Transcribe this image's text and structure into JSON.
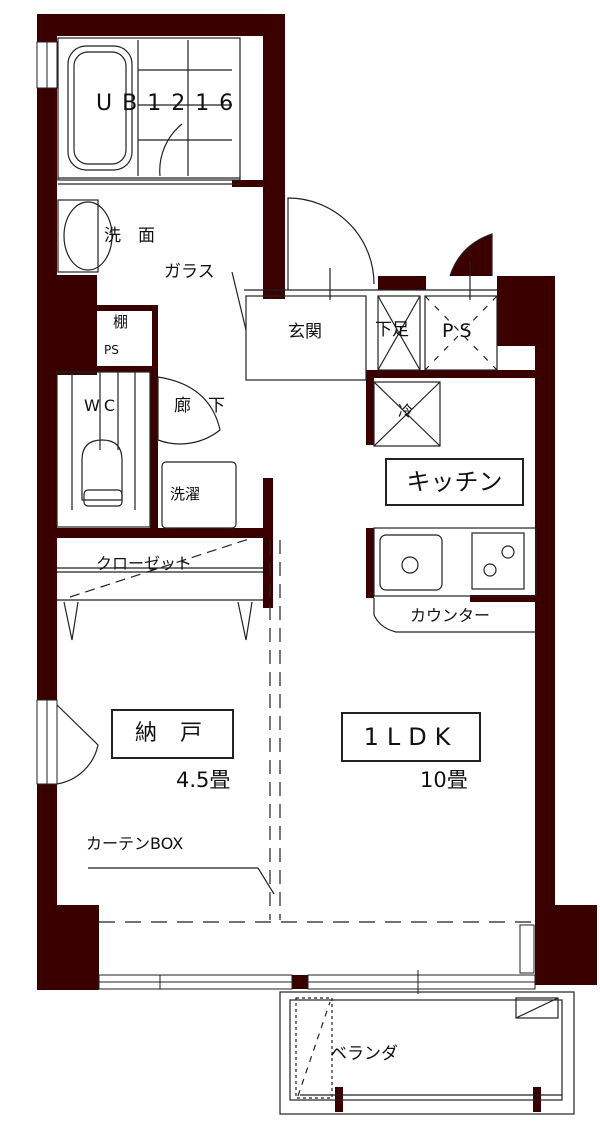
{
  "colors": {
    "wall": "#3a0000",
    "line": "#222222",
    "background": "#ffffff"
  },
  "plan": {
    "type": "1LDK",
    "rooms": {
      "bath": {
        "label": "UB1216"
      },
      "washroom": {
        "label": "洗　面"
      },
      "glass_note": {
        "label": "ガラス"
      },
      "entrance": {
        "label": "玄関"
      },
      "shoe_box": {
        "label": "下足"
      },
      "pipe_space": {
        "label": "PS"
      },
      "shelf": {
        "label": "棚"
      },
      "ps_small": {
        "label": "PS"
      },
      "wc": {
        "label": "WC"
      },
      "hallway": {
        "label": "廊　下"
      },
      "laundry": {
        "label": "洗濯"
      },
      "fridge": {
        "label": "冷"
      },
      "kitchen": {
        "label": "キッチン"
      },
      "counter": {
        "label": "カウンター"
      },
      "closet": {
        "label": "クローゼット"
      },
      "storage_room": {
        "label": "納 戸",
        "size": "4.5畳"
      },
      "ldk": {
        "label": "1LDK",
        "size": "10畳"
      },
      "curtain_box": {
        "label": "カーテンBOX"
      },
      "veranda": {
        "label": "ベランダ"
      }
    }
  }
}
